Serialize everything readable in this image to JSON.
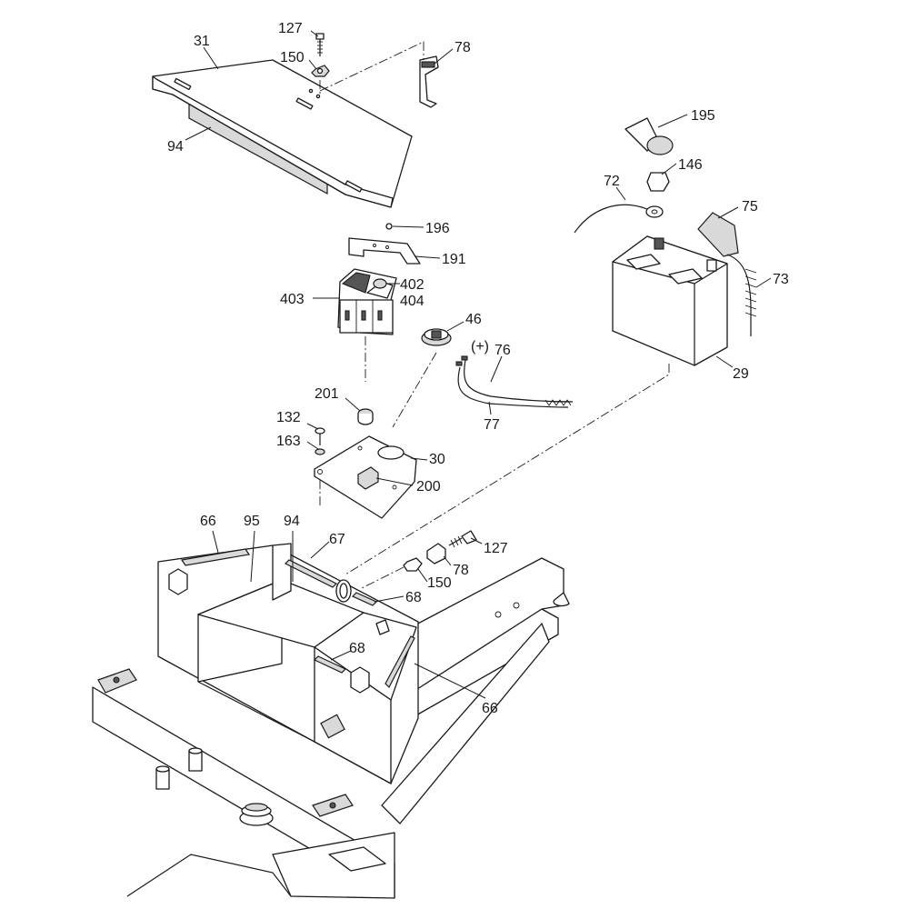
{
  "callouts": [
    {
      "id": "c31",
      "text": "31"
    },
    {
      "id": "c127a",
      "text": "127"
    },
    {
      "id": "c150a",
      "text": "150"
    },
    {
      "id": "c78a",
      "text": "78"
    },
    {
      "id": "c94a",
      "text": "94"
    },
    {
      "id": "c195",
      "text": "195"
    },
    {
      "id": "c146",
      "text": "146"
    },
    {
      "id": "c72",
      "text": "72"
    },
    {
      "id": "c75",
      "text": "75"
    },
    {
      "id": "c73",
      "text": "73"
    },
    {
      "id": "c196",
      "text": "196"
    },
    {
      "id": "c191",
      "text": "191"
    },
    {
      "id": "c402",
      "text": "402"
    },
    {
      "id": "c403",
      "text": "403"
    },
    {
      "id": "c404",
      "text": "404"
    },
    {
      "id": "c46",
      "text": "46"
    },
    {
      "id": "cplus",
      "text": "(+)"
    },
    {
      "id": "c76",
      "text": "76"
    },
    {
      "id": "c29",
      "text": "29"
    },
    {
      "id": "c77",
      "text": "77"
    },
    {
      "id": "c201",
      "text": "201"
    },
    {
      "id": "c132",
      "text": "132"
    },
    {
      "id": "c163",
      "text": "163"
    },
    {
      "id": "c30",
      "text": "30"
    },
    {
      "id": "c200",
      "text": "200"
    },
    {
      "id": "c66a",
      "text": "66"
    },
    {
      "id": "c95",
      "text": "95"
    },
    {
      "id": "c94b",
      "text": "94"
    },
    {
      "id": "c67",
      "text": "67"
    },
    {
      "id": "c127b",
      "text": "127"
    },
    {
      "id": "c78b",
      "text": "78"
    },
    {
      "id": "c150b",
      "text": "150"
    },
    {
      "id": "c68a",
      "text": "68"
    },
    {
      "id": "c68b",
      "text": "68"
    },
    {
      "id": "c66b",
      "text": "66"
    }
  ]
}
